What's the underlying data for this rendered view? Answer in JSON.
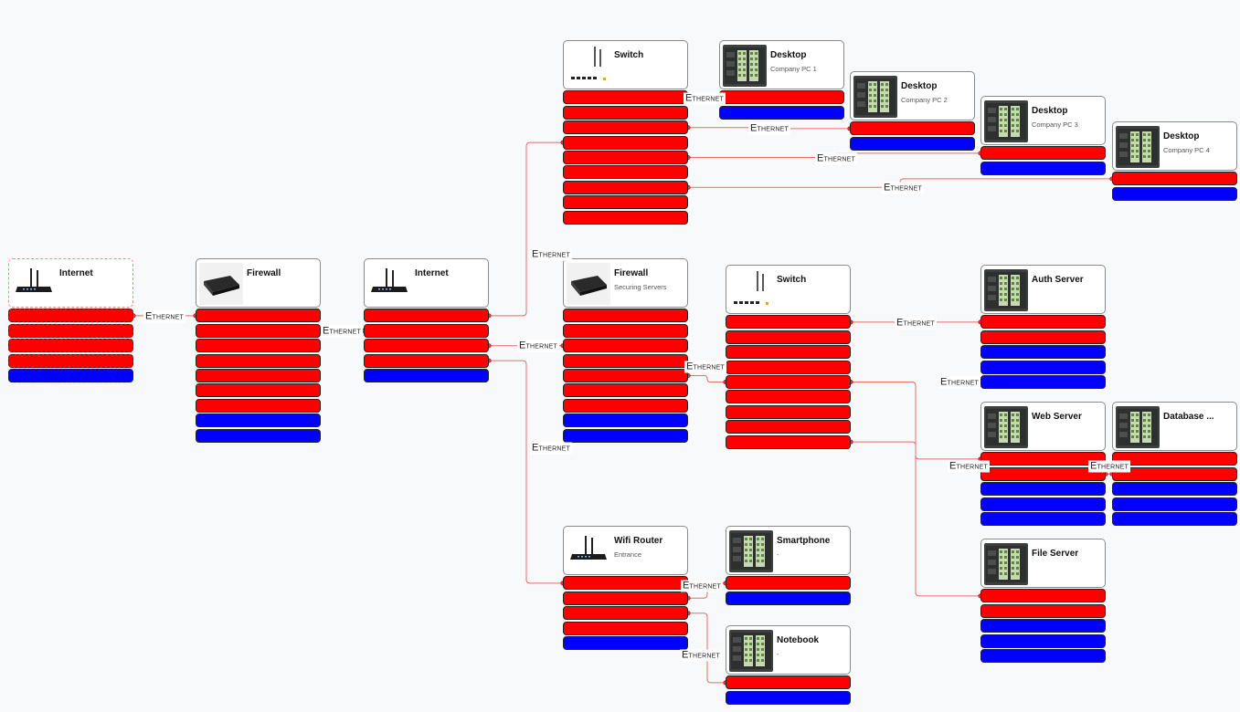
{
  "edge_label": "Ethernet",
  "colors": {
    "port_red": "#ff0000",
    "port_blue": "#0000ff",
    "edge": "#e86a6a"
  },
  "nodes": [
    {
      "id": "internet-1",
      "title": "Internet",
      "subtitle": "",
      "icon": "router-icon",
      "ports": [
        "red",
        "red",
        "red",
        "red",
        "blue"
      ],
      "selected": true
    },
    {
      "id": "firewall-1",
      "title": "Firewall",
      "subtitle": "",
      "icon": "firewall-icon",
      "ports": [
        "red",
        "red",
        "red",
        "red",
        "red",
        "red",
        "red",
        "blue",
        "blue"
      ]
    },
    {
      "id": "internet-2",
      "title": "Internet",
      "subtitle": "",
      "icon": "router-icon",
      "ports": [
        "red",
        "red",
        "red",
        "red",
        "blue"
      ]
    },
    {
      "id": "switch-1",
      "title": "Switch",
      "subtitle": "",
      "icon": "switch-icon",
      "ports": [
        "red",
        "red",
        "red",
        "red",
        "red",
        "red",
        "red",
        "red",
        "red"
      ]
    },
    {
      "id": "firewall-2",
      "title": "Firewall",
      "subtitle": "Securing Servers",
      "icon": "firewall-icon",
      "ports": [
        "red",
        "red",
        "red",
        "red",
        "red",
        "red",
        "red",
        "blue",
        "blue"
      ]
    },
    {
      "id": "wifi-router",
      "title": "Wifi Router",
      "subtitle": "Entrance",
      "icon": "router-icon",
      "ports": [
        "red",
        "red",
        "red",
        "red",
        "blue"
      ]
    },
    {
      "id": "desktop-1",
      "title": "Desktop",
      "subtitle": "Company PC 1",
      "icon": "server-icon",
      "ports": [
        "red",
        "blue"
      ]
    },
    {
      "id": "desktop-2",
      "title": "Desktop",
      "subtitle": "Company PC 2",
      "icon": "server-icon",
      "ports": [
        "red",
        "blue"
      ]
    },
    {
      "id": "desktop-3",
      "title": "Desktop",
      "subtitle": "Company PC 3",
      "icon": "server-icon",
      "ports": [
        "red",
        "blue"
      ]
    },
    {
      "id": "desktop-4",
      "title": "Desktop",
      "subtitle": "Company PC 4",
      "icon": "server-icon",
      "ports": [
        "red",
        "blue"
      ]
    },
    {
      "id": "switch-2",
      "title": "Switch",
      "subtitle": "",
      "icon": "switch-icon",
      "ports": [
        "red",
        "red",
        "red",
        "red",
        "red",
        "red",
        "red",
        "red",
        "red"
      ]
    },
    {
      "id": "auth-server",
      "title": "Auth Server",
      "subtitle": "",
      "icon": "server-icon",
      "ports": [
        "red",
        "red",
        "blue",
        "blue",
        "blue"
      ]
    },
    {
      "id": "web-server",
      "title": "Web Server",
      "subtitle": "",
      "icon": "server-icon",
      "ports": [
        "red",
        "red",
        "blue",
        "blue",
        "blue"
      ]
    },
    {
      "id": "database-server",
      "title": "Database ...",
      "subtitle": "",
      "icon": "server-icon",
      "ports": [
        "red",
        "red",
        "blue",
        "blue",
        "blue"
      ]
    },
    {
      "id": "file-server",
      "title": "File Server",
      "subtitle": "",
      "icon": "server-icon",
      "ports": [
        "red",
        "red",
        "blue",
        "blue",
        "blue"
      ]
    },
    {
      "id": "smartphone",
      "title": "Smartphone",
      "subtitle": "-",
      "icon": "server-icon",
      "ports": [
        "red",
        "blue"
      ]
    },
    {
      "id": "notebook",
      "title": "Notebook",
      "subtitle": "-",
      "icon": "server-icon",
      "ports": [
        "red",
        "blue"
      ]
    }
  ],
  "edges": [
    {
      "from": "internet-1",
      "fromPort": 0,
      "to": "firewall-1",
      "toPort": 0
    },
    {
      "from": "firewall-1",
      "fromPort": 1,
      "to": "internet-2",
      "toPort": 1
    },
    {
      "from": "internet-2",
      "fromPort": 0,
      "to": "switch-1",
      "toPort": 3
    },
    {
      "from": "internet-2",
      "fromPort": 2,
      "to": "firewall-2",
      "toPort": 2
    },
    {
      "from": "internet-2",
      "fromPort": 3,
      "to": "wifi-router",
      "toPort": 0
    },
    {
      "from": "switch-1",
      "fromPort": 0,
      "to": "desktop-1",
      "toPort": 0
    },
    {
      "from": "switch-1",
      "fromPort": 2,
      "to": "desktop-2",
      "toPort": 0
    },
    {
      "from": "switch-1",
      "fromPort": 4,
      "to": "desktop-3",
      "toPort": 0
    },
    {
      "from": "switch-1",
      "fromPort": 6,
      "to": "desktop-4",
      "toPort": 0
    },
    {
      "from": "firewall-2",
      "fromPort": 4,
      "to": "switch-2",
      "toPort": 4
    },
    {
      "from": "switch-2",
      "fromPort": 0,
      "to": "auth-server",
      "toPort": 0
    },
    {
      "from": "switch-2",
      "fromPort": 4,
      "to": "web-server",
      "toPort": 0
    },
    {
      "from": "switch-2",
      "fromPort": 8,
      "to": "file-server",
      "toPort": 0
    },
    {
      "from": "web-server",
      "fromPort": 1,
      "to": "database-server",
      "toPort": 1
    },
    {
      "from": "wifi-router",
      "fromPort": 1,
      "to": "smartphone",
      "toPort": 0
    },
    {
      "from": "wifi-router",
      "fromPort": 2,
      "to": "notebook",
      "toPort": 0
    }
  ]
}
